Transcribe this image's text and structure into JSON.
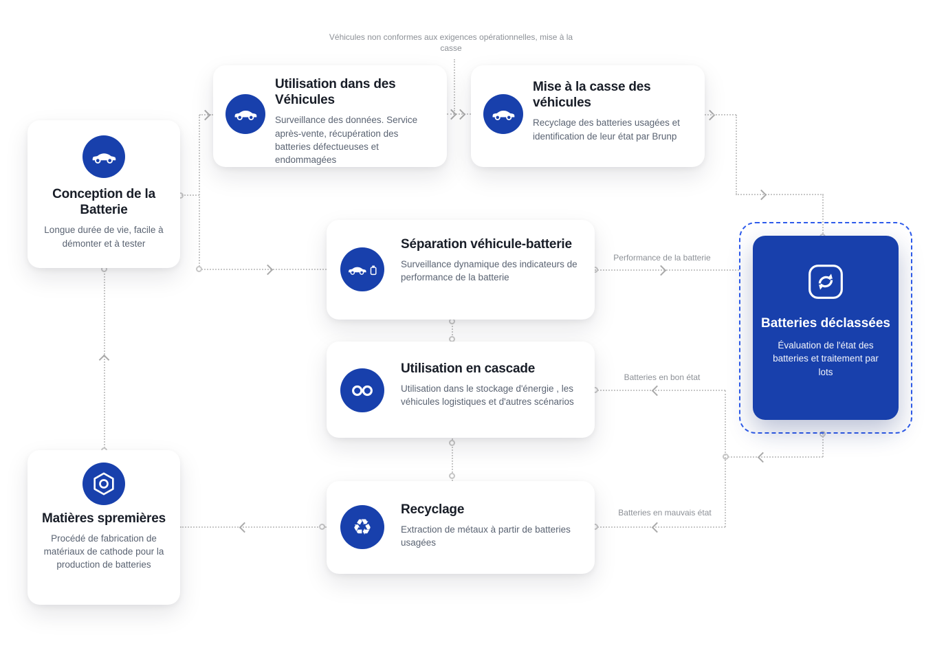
{
  "colors": {
    "primary_blue": "#1840AC",
    "dashed_blue": "#2E5BEB",
    "connector_gray": "#C7C7C7",
    "title_text": "#181D27",
    "body_text": "#5A6372",
    "edge_label_gray": "#8C9096",
    "card_background": "#FFFFFF"
  },
  "nodes": {
    "conception": {
      "title": "Conception de la Batterie",
      "body": "Longue durée de vie, facile à démonter et à tester",
      "icon": "car-icon"
    },
    "utilisation_vehicules": {
      "title": "Utilisation dans des Véhicules",
      "body": "Surveillance des données. Service après-vente, récupération des batteries défectueuses et endommagées",
      "icon": "car-icon"
    },
    "mise_casse": {
      "title": "Mise à la casse des véhicules",
      "body": "Recyclage des batteries usagées et identification de leur état par Brunp",
      "icon": "car-icon"
    },
    "separation": {
      "title": "Séparation véhicule-batterie",
      "body": "Surveillance dynamique des indicateurs de performance de la batterie",
      "icon": "car-battery-icon"
    },
    "cascade": {
      "title": "Utilisation en cascade",
      "body": "Utilisation dans le stockage d'énergie , les véhicules logistiques et d'autres scénarios",
      "icon": "infinity-icon"
    },
    "recyclage": {
      "title": "Recyclage",
      "body": "Extraction de métaux à partir de batteries usagées",
      "icon": "recycle-icon"
    },
    "matieres": {
      "title": "Matières spremières",
      "body": "Procédé de fabrication de matériaux de cathode pour la production de batteries",
      "icon": "hex-nut-icon"
    },
    "declassees": {
      "title": "Batteries déclassées",
      "body": "Évaluation de l'état des batteries et traitement par lots",
      "icon": "battery-recycle-icon"
    }
  },
  "edge_labels": {
    "scrap": "Véhicules non conformes aux exigences opérationnelles, mise à la casse",
    "performance": "Performance de la batterie",
    "good": "Batteries en bon état",
    "bad": "Batteries en mauvais état"
  }
}
